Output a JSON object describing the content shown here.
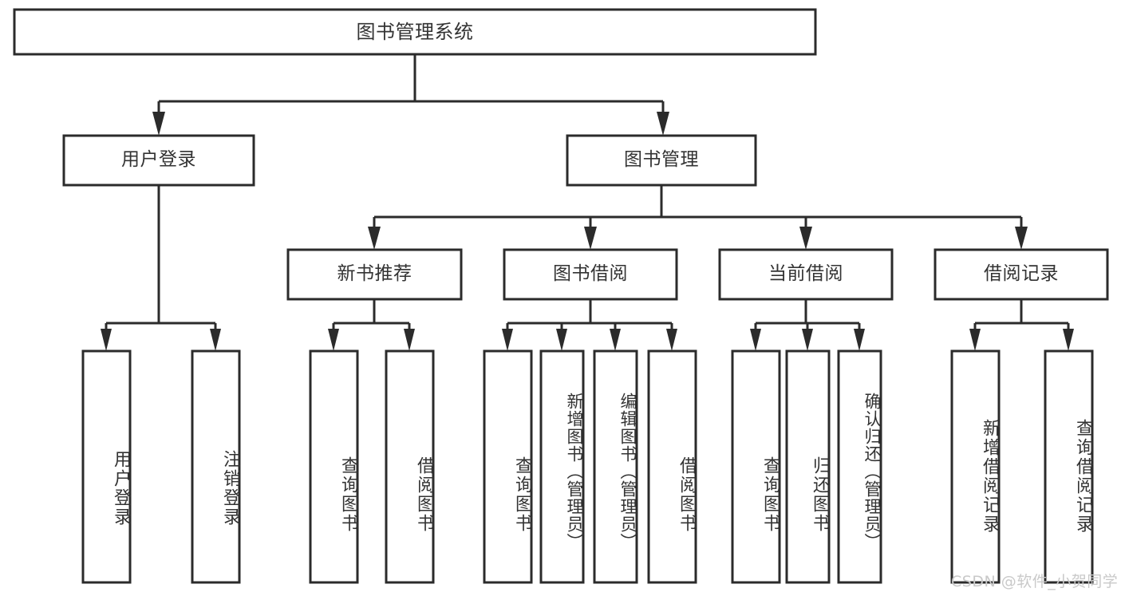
{
  "diagram": {
    "type": "tree-hierarchy-chart",
    "title": "图书管理系统",
    "orientation": "top-down",
    "colors": {
      "box_stroke": "#2b2b2b",
      "box_fill": "#ffffff",
      "connector": "#2b2b2b",
      "text": "#333333",
      "background": "#ffffff",
      "watermark": "#c9c9c9"
    },
    "root": {
      "id": "root",
      "label": "图书管理系统",
      "text_orientation": "horizontal"
    },
    "level2": [
      {
        "id": "user-login",
        "label": "用户登录",
        "text_orientation": "horizontal"
      },
      {
        "id": "book-management",
        "label": "图书管理",
        "text_orientation": "horizontal"
      }
    ],
    "level3": [
      {
        "id": "new-book-recommend",
        "label": "新书推荐",
        "text_orientation": "horizontal",
        "parent": "book-management"
      },
      {
        "id": "book-borrow",
        "label": "图书借阅",
        "text_orientation": "horizontal",
        "parent": "book-management"
      },
      {
        "id": "current-borrow",
        "label": "当前借阅",
        "text_orientation": "horizontal",
        "parent": "book-management"
      },
      {
        "id": "borrow-record",
        "label": "借阅记录",
        "text_orientation": "horizontal",
        "parent": "book-management"
      }
    ],
    "leaves": [
      {
        "id": "leaf-user-login",
        "label": "用户登录",
        "parent": "user-login",
        "text_orientation": "vertical"
      },
      {
        "id": "leaf-logout-login",
        "label": "注销登录",
        "parent": "user-login",
        "text_orientation": "vertical"
      },
      {
        "id": "leaf-query-book-1",
        "label": "查询图书",
        "parent": "new-book-recommend",
        "text_orientation": "vertical"
      },
      {
        "id": "leaf-borrow-book-1",
        "label": "借阅图书",
        "parent": "new-book-recommend",
        "text_orientation": "vertical"
      },
      {
        "id": "leaf-query-book-2",
        "label": "查询图书",
        "parent": "book-borrow",
        "text_orientation": "vertical"
      },
      {
        "id": "leaf-add-book-admin",
        "label": "新增图书（管理员）",
        "parent": "book-borrow",
        "text_orientation": "vertical"
      },
      {
        "id": "leaf-edit-book-admin",
        "label": "编辑图书（管理员）",
        "parent": "book-borrow",
        "text_orientation": "vertical"
      },
      {
        "id": "leaf-borrow-book-2",
        "label": "借阅图书",
        "parent": "book-borrow",
        "text_orientation": "vertical"
      },
      {
        "id": "leaf-query-book-3",
        "label": "查询图书",
        "parent": "current-borrow",
        "text_orientation": "vertical"
      },
      {
        "id": "leaf-return-book",
        "label": "归还图书",
        "parent": "current-borrow",
        "text_orientation": "vertical"
      },
      {
        "id": "leaf-confirm-return-admin",
        "label": "确认归还（管理员）",
        "parent": "current-borrow",
        "text_orientation": "vertical"
      },
      {
        "id": "leaf-add-borrow-record",
        "label": "新增借阅记录",
        "parent": "borrow-record",
        "text_orientation": "vertical"
      },
      {
        "id": "leaf-query-borrow-record",
        "label": "查询借阅记录",
        "parent": "borrow-record",
        "text_orientation": "vertical"
      }
    ],
    "watermark": "CSDN @软件_小贺同学"
  }
}
